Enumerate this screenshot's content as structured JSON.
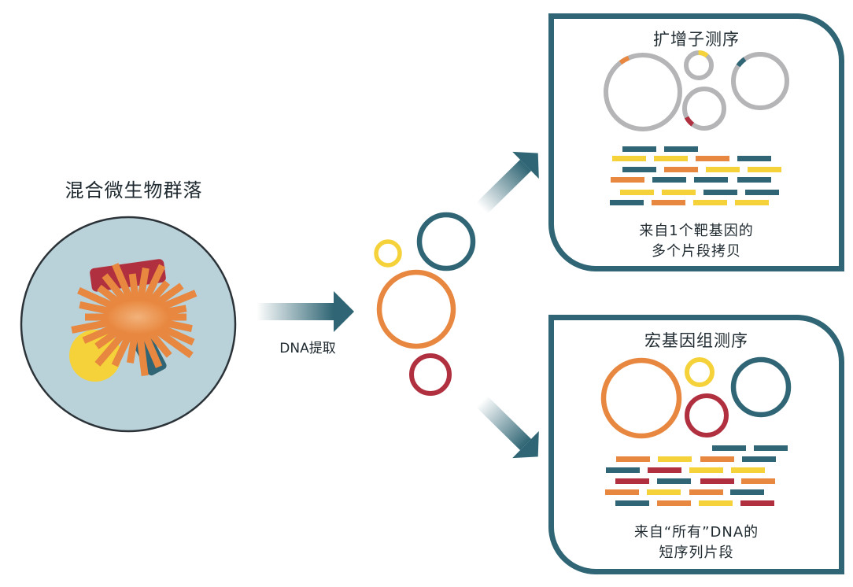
{
  "title": "混合微生物群落",
  "step_label": "DNA提取",
  "colors": {
    "teal": "#2f6574",
    "orange": "#e8873f",
    "yellow": "#f5d23a",
    "red": "#b1303f",
    "gray": "#b5b5b8",
    "cell_fill": "#b9d1d8",
    "cell_stroke": "#2b3338"
  },
  "amplicon": {
    "title": "扩增子测序",
    "caption_line1": "来自1个靶基因的",
    "caption_line2": "多个片段拷贝",
    "circles": [
      {
        "marker": "orange"
      },
      {
        "marker": "yellow"
      },
      {
        "marker": "red"
      },
      {
        "marker": "teal"
      }
    ],
    "fragment_colors": [
      [
        "teal",
        "teal"
      ],
      [
        "yellow",
        "yellow",
        "orange",
        "teal"
      ],
      [
        "teal",
        "orange",
        "yellow",
        "yellow"
      ],
      [
        "orange",
        "teal",
        "teal",
        "teal"
      ],
      [
        "yellow",
        "yellow",
        "teal",
        "teal"
      ],
      [
        "teal",
        "orange",
        "yellow",
        "yellow"
      ]
    ]
  },
  "metagenomic": {
    "title": "宏基因组测序",
    "caption_line1": "来自“所有”DNA的",
    "caption_line2": "短序列片段",
    "circles": [
      "orange",
      "yellow",
      "red",
      "teal"
    ],
    "fragment_colors": [
      [
        "teal",
        "teal"
      ],
      [
        "orange",
        "yellow",
        "orange",
        "teal"
      ],
      [
        "teal",
        "red",
        "yellow",
        "yellow"
      ],
      [
        "red",
        "teal",
        "red",
        "orange"
      ],
      [
        "orange",
        "yellow",
        "orange",
        "teal"
      ],
      [
        "teal",
        "orange",
        "yellow",
        "red"
      ]
    ]
  },
  "extracted_dna": [
    "yellow",
    "teal",
    "orange",
    "red"
  ]
}
